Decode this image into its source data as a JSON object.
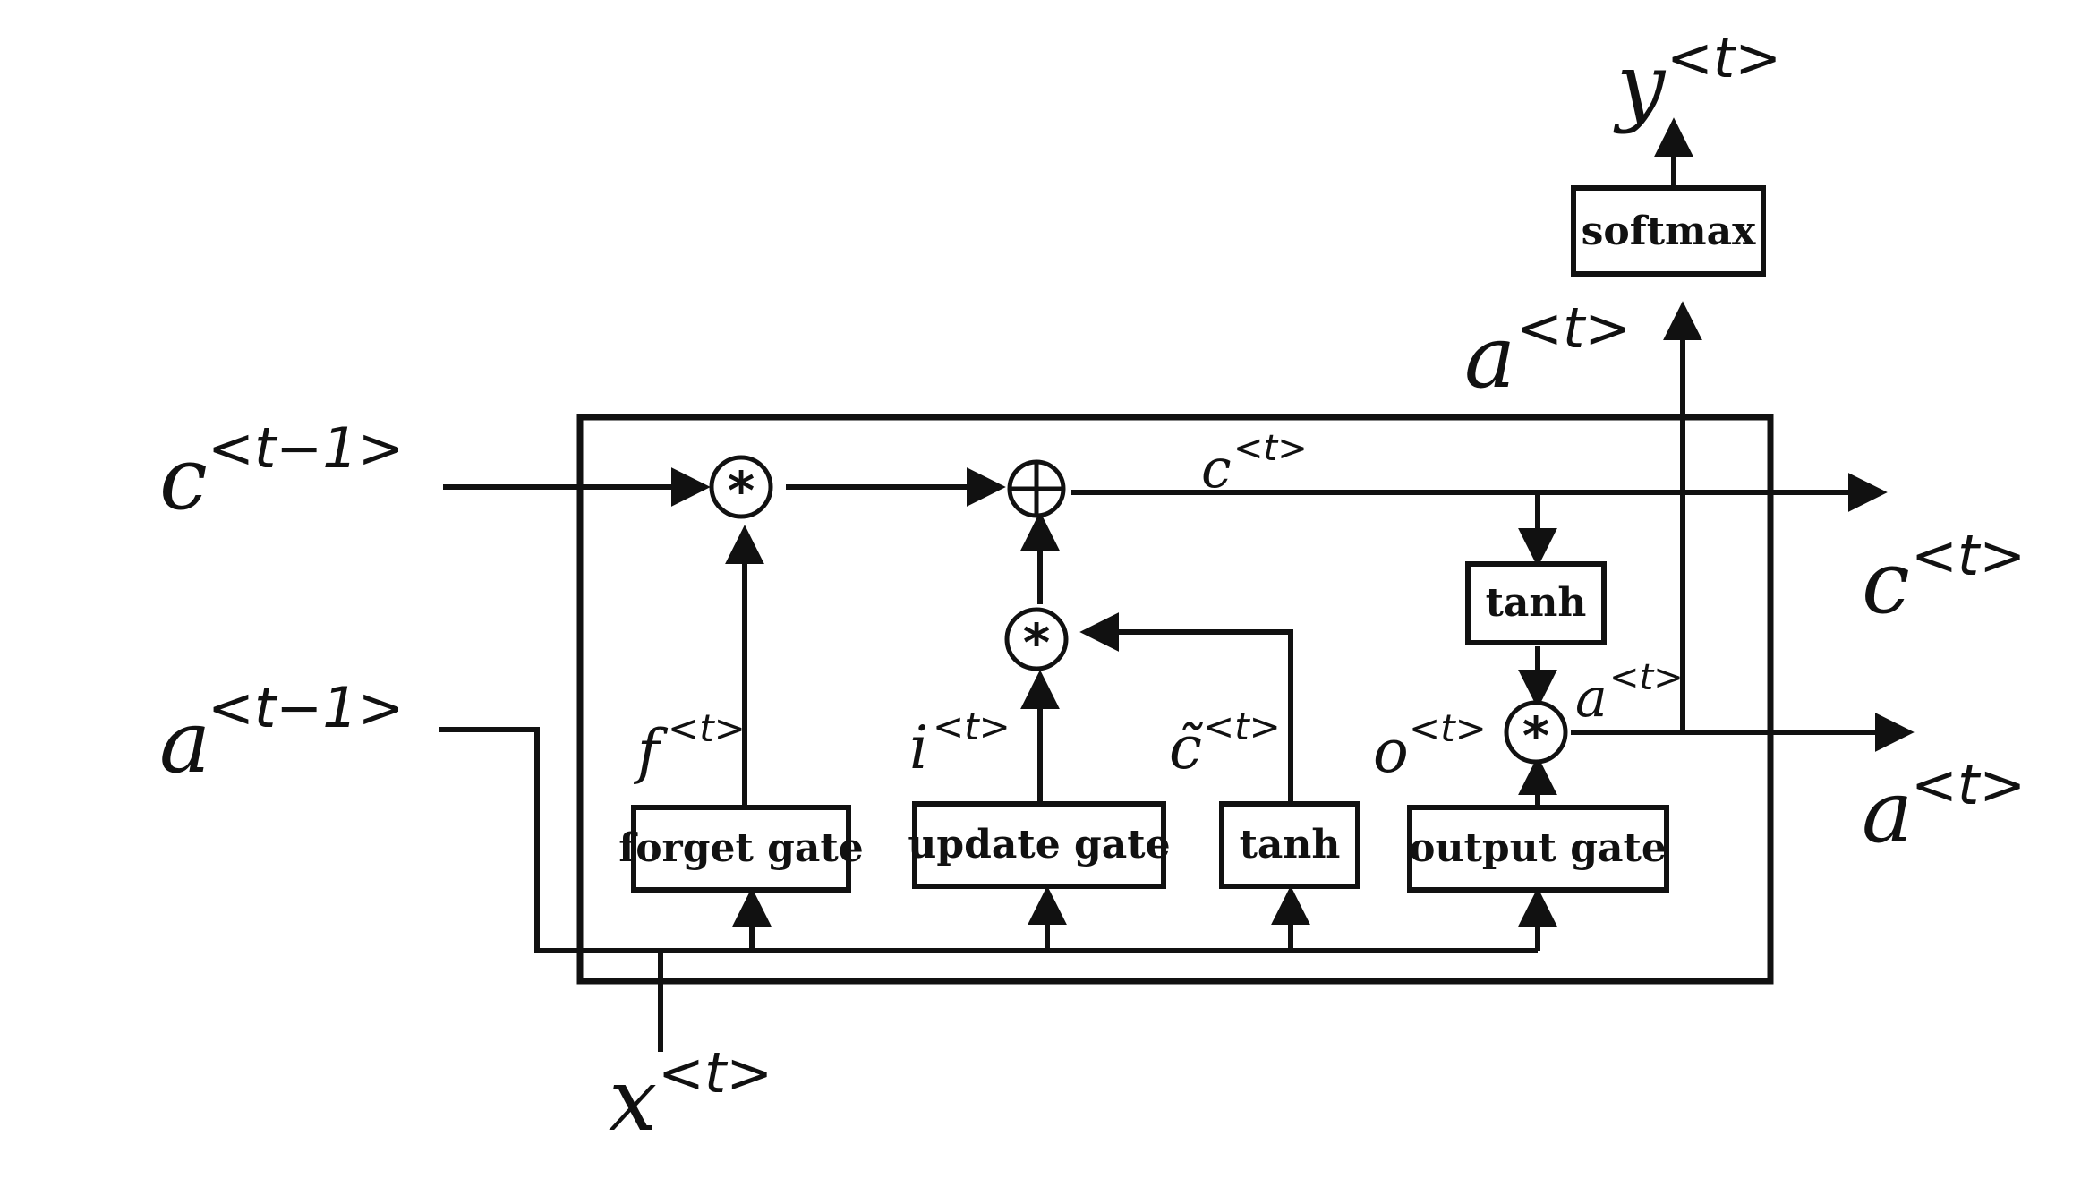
{
  "diagram": {
    "boxes": {
      "forget_gate": "forget gate",
      "update_gate": "update gate",
      "tanh_candidate": "tanh",
      "output_gate": "output gate",
      "tanh_cell": "tanh",
      "softmax": "softmax"
    },
    "operators": {
      "multiply": "*",
      "add": "+"
    },
    "labels": {
      "c_prev": {
        "base": "c",
        "sup": "<t−1>"
      },
      "a_prev": {
        "base": "a",
        "sup": "<t−1>"
      },
      "x_t": {
        "base": "x",
        "sup": "<t>"
      },
      "c_t_inner": {
        "base": "c",
        "sup": "<t>"
      },
      "c_t_out": {
        "base": "c",
        "sup": "<t>"
      },
      "a_t_inner": {
        "base": "a",
        "sup": "<t>"
      },
      "a_t_out": {
        "base": "a",
        "sup": "<t>"
      },
      "a_t_up": {
        "base": "a",
        "sup": "<t>"
      },
      "y_t": {
        "base": "y",
        "sup": "<t>"
      },
      "f_t": {
        "base": "f",
        "sup": "<t>"
      },
      "i_t": {
        "base": "i",
        "sup": "<t>"
      },
      "c_tilde_t": {
        "base": "c̃",
        "sup": "<t>"
      },
      "o_t": {
        "base": "o",
        "sup": "<t>"
      }
    }
  }
}
